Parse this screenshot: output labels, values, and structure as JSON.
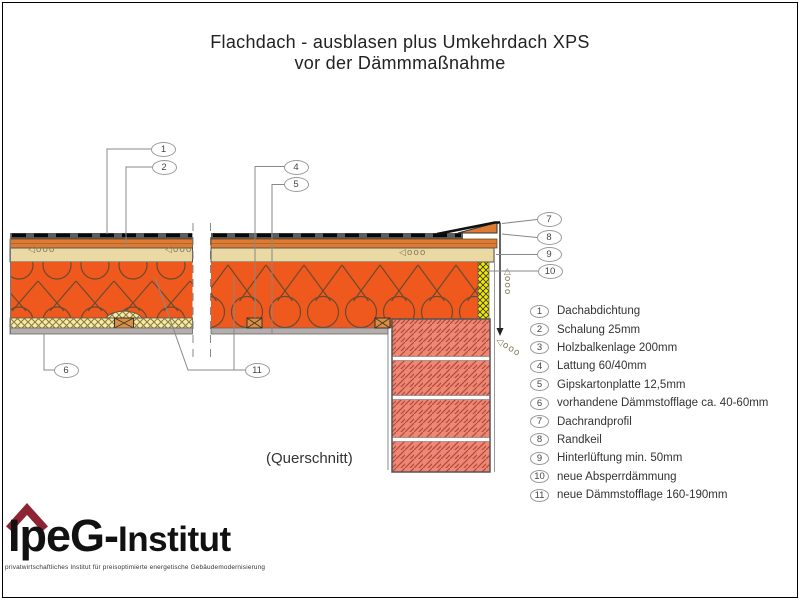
{
  "title": {
    "line1": "Flachdach - ausblasen plus Umkehrdach XPS",
    "line2": "vor der Dämmmaßnahme"
  },
  "caption": "(Querschnitt)",
  "legend": {
    "items": [
      {
        "num": "1",
        "label": "Dachabdichtung"
      },
      {
        "num": "2",
        "label": "Schalung 25mm"
      },
      {
        "num": "3",
        "label": "Holzbalkenlage 200mm"
      },
      {
        "num": "4",
        "label": "Lattung 60/40mm"
      },
      {
        "num": "5",
        "label": "Gipskartonplatte 12,5mm"
      },
      {
        "num": "6",
        "label": "vorhandene Dämmstofflage ca. 40-60mm"
      },
      {
        "num": "7",
        "label": "Dachrandprofil"
      },
      {
        "num": "8",
        "label": "Randkeil"
      },
      {
        "num": "9",
        "label": "Hinterlüftung min. 50mm"
      },
      {
        "num": "10",
        "label": "neue Absperrdämmung"
      },
      {
        "num": "11",
        "label": "neue Dämmstofflage 160-190mm"
      }
    ]
  },
  "wood_symbol": "◁ooo",
  "logo": {
    "name_main": "IpeG-",
    "name_sub": "Institut",
    "tagline": "privatwirtschaftliches Institut für preisoptimierte energetische Gebäudemodernisierung"
  },
  "colors": {
    "insulation_orange": "#ef591d",
    "loop_line_brown": "#6a4a30",
    "schalung_brown": "#dd7b32",
    "sheathing_tan": "#ead9a2",
    "existing_insulation_yellow": "#f4ecab",
    "xps_yellow": "#f3ea07",
    "wall_salmon": "#ef8774",
    "wall_hatch_red": "#b04a3a",
    "gypsum_gray": "#b5aeac",
    "membrane_dark": "#5d5d5d",
    "logo_red": "#8e2433"
  }
}
